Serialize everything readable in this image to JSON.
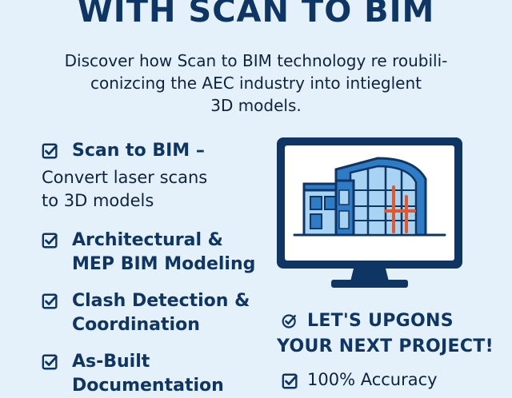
{
  "headline": "WITH SCAN TO BIM",
  "intro": {
    "lines": [
      "Discover how Scan to BIM technology re roubili-",
      "conizcing the AEC industry into intieglent",
      "3D models."
    ]
  },
  "features": [
    {
      "title_lines": [
        "Scan to BIM –"
      ],
      "desc_lines": [
        "Convert laser scans",
        "to 3D models"
      ]
    },
    {
      "title_lines": [
        "Architectural &",
        "MEP BIM Modeling"
      ],
      "desc_lines": []
    },
    {
      "title_lines": [
        "Clash Detection &",
        "Coordination"
      ],
      "desc_lines": []
    },
    {
      "title_lines": [
        "As-Built",
        "Documentation"
      ],
      "desc_lines": []
    }
  ],
  "cta": {
    "line1": "LET'S UPGONS",
    "line2": "YOUR NEXT PROJECT!"
  },
  "accuracy": "100% Accuracy",
  "icons": {
    "check": "check-square-icon",
    "monitor": "monitor-building-icon"
  },
  "colors": {
    "background": "#e4f1fb",
    "navy": "#0e3563",
    "blue": "#2f7cc6",
    "light_blue": "#a9d3f2",
    "orange": "#e2572b"
  }
}
